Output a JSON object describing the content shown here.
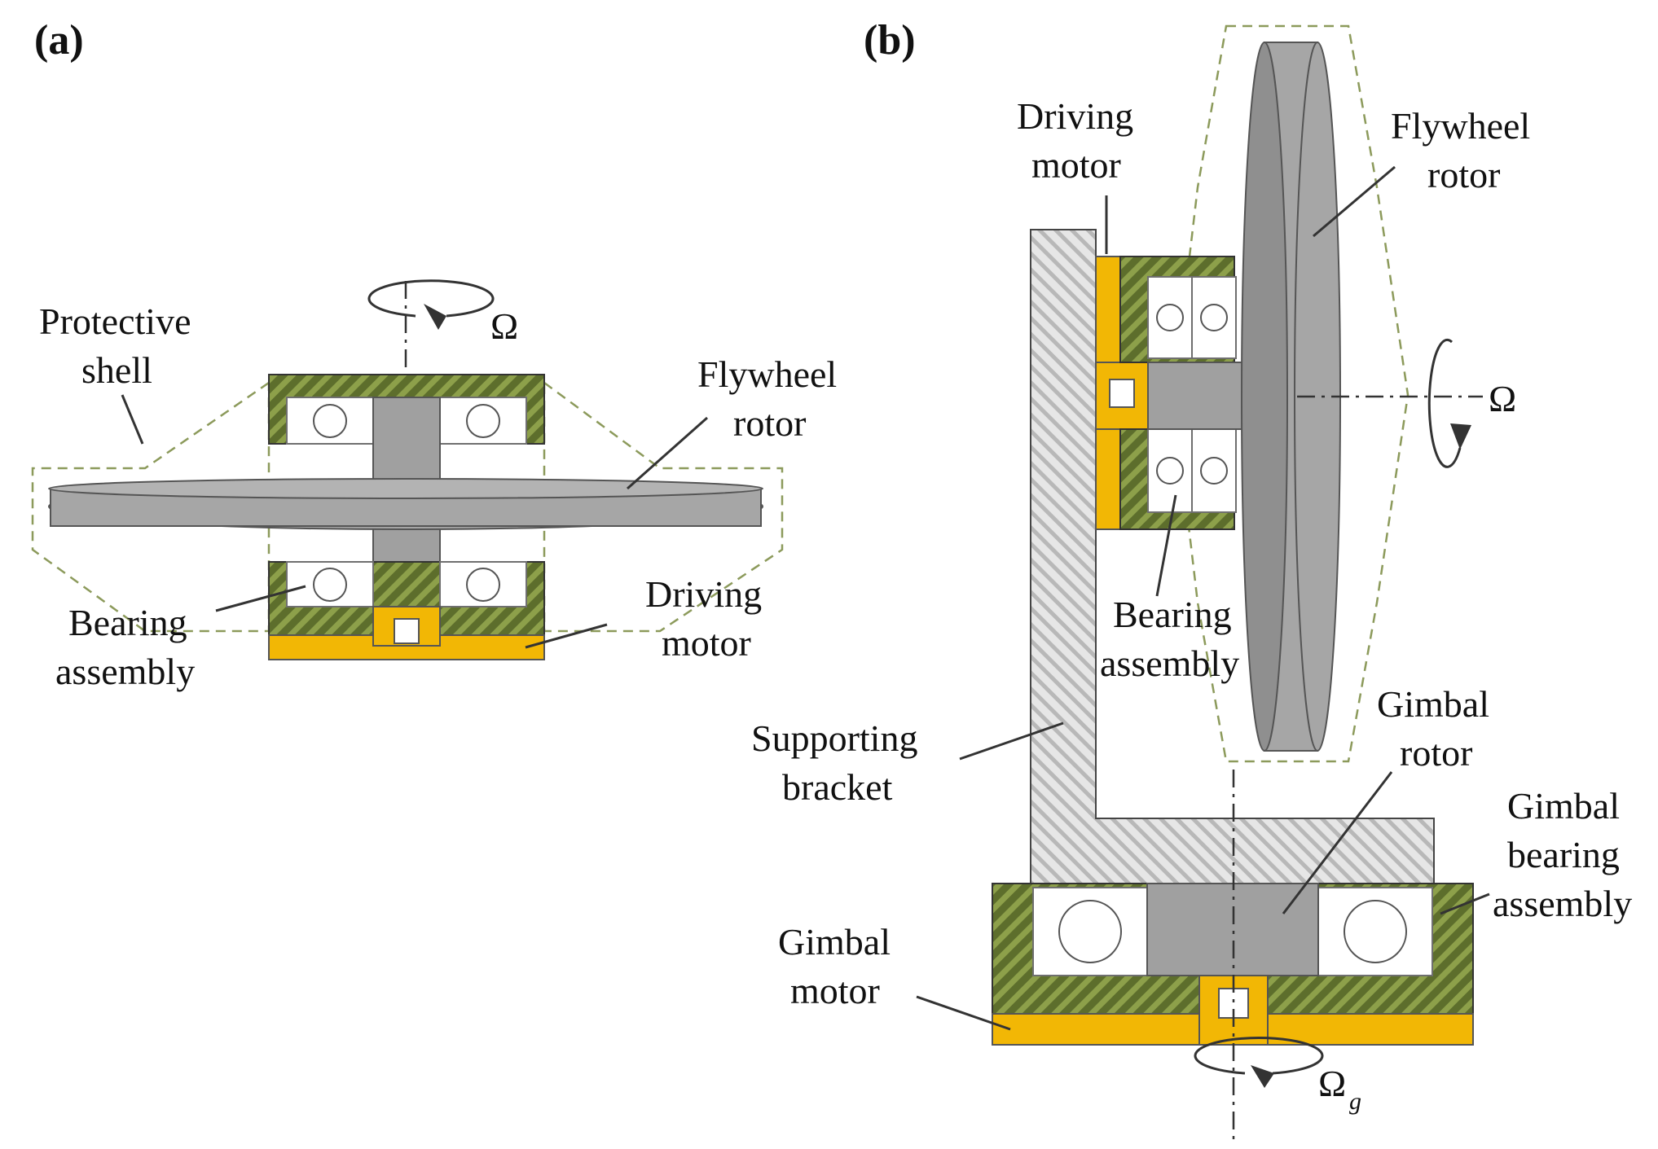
{
  "panel_a": {
    "tag": "(a)",
    "labels": {
      "protective_shell": [
        "Protective",
        "shell"
      ],
      "flywheel_rotor": [
        "Flywheel",
        "rotor"
      ],
      "bearing_assembly": [
        "Bearing",
        "assembly"
      ],
      "driving_motor": [
        "Driving",
        "motor"
      ]
    },
    "rotation_symbol": "Ω"
  },
  "panel_b": {
    "tag": "(b)",
    "labels": {
      "driving_motor": [
        "Driving",
        "motor"
      ],
      "flywheel_rotor": [
        "Flywheel",
        "rotor"
      ],
      "bearing_assembly": [
        "Bearing",
        "assembly"
      ],
      "supporting_bracket": [
        "Supporting",
        "bracket"
      ],
      "gimbal_rotor": [
        "Gimbal",
        "rotor"
      ],
      "gimbal_bearing_assembly": [
        "Gimbal",
        "bearing",
        "assembly"
      ],
      "gimbal_motor": [
        "Gimbal",
        "motor"
      ]
    },
    "rotation_symbol": "Ω",
    "gimbal_rotation_symbol": "Ω",
    "gimbal_rotation_subscript": "g"
  },
  "colors": {
    "housing_green": "#5a6b2b",
    "motor_yellow": "#f2b705",
    "rotor_grey": "#a6a6a6",
    "shell_dash": "#8c9a5b"
  }
}
